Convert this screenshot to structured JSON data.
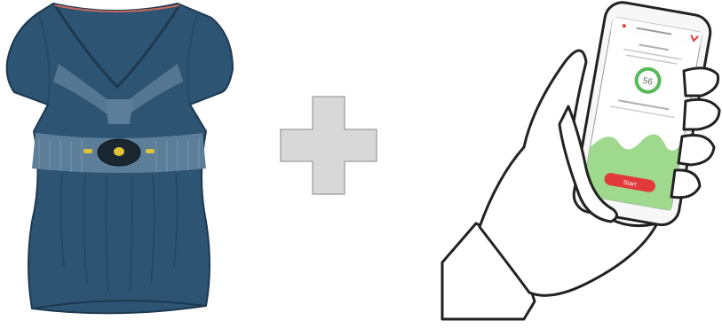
{
  "illustration": {
    "garment": {
      "icon": "smart-top-garment",
      "body_color": "#2e5473",
      "band_color": "#5d7e98",
      "sensor_color": "#1b2730",
      "accent_color": "#e0c13a"
    },
    "plus": {
      "icon": "plus-icon",
      "color": "#d8d8d8",
      "stroke": "#a9a9a9"
    },
    "phone": {
      "icon": "smartphone-in-hand",
      "app_accent": "#e2393c",
      "ring_color": "#58b85a",
      "chart_color": "#9fd98e",
      "ring_value": "56",
      "app_button_label": "Start"
    }
  }
}
